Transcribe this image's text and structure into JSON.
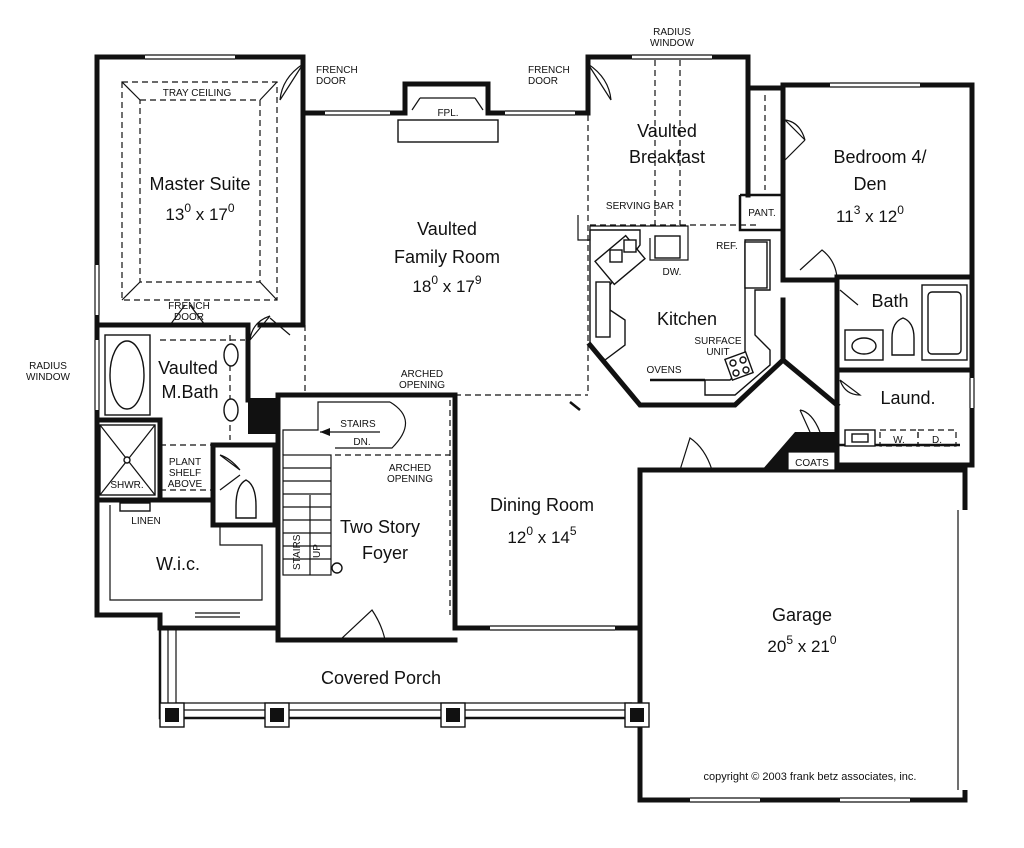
{
  "rooms": {
    "master_suite": {
      "name": "Master Suite",
      "dim_a": "13",
      "dim_a_sup": "0",
      "dim_b": "17",
      "dim_b_sup": "0"
    },
    "family_room": {
      "line1": "Vaulted",
      "line2": "Family Room",
      "dim_a": "18",
      "dim_a_sup": "0",
      "dim_b": "17",
      "dim_b_sup": "9"
    },
    "breakfast": {
      "line1": "Vaulted",
      "line2": "Breakfast"
    },
    "bedroom4": {
      "line1": "Bedroom 4/",
      "line2": "Den",
      "dim_a": "11",
      "dim_a_sup": "3",
      "dim_b": "12",
      "dim_b_sup": "0"
    },
    "kitchen": {
      "name": "Kitchen"
    },
    "bath": {
      "name": "Bath"
    },
    "laund": {
      "name": "Laund."
    },
    "mbath": {
      "line1": "Vaulted",
      "line2": "M.Bath"
    },
    "wic": {
      "name": "W.i.c."
    },
    "foyer": {
      "line1": "Two Story",
      "line2": "Foyer"
    },
    "dining": {
      "name": "Dining Room",
      "dim_a": "12",
      "dim_a_sup": "0",
      "dim_b": "14",
      "dim_b_sup": "5"
    },
    "garage": {
      "name": "Garage",
      "dim_a": "20",
      "dim_a_sup": "5",
      "dim_b": "21",
      "dim_b_sup": "0"
    },
    "porch": {
      "name": "Covered Porch"
    }
  },
  "labels": {
    "tray_ceiling": "TRAY CEILING",
    "french_door": "FRENCH",
    "door": "DOOR",
    "radius": "RADIUS",
    "window": "WINDOW",
    "fpl": "FPL.",
    "serving_bar": "SERVING BAR",
    "pant": "PANT.",
    "ref": "REF.",
    "dw": "DW.",
    "surface": "SURFACE",
    "unit": "UNIT",
    "ovens": "OVENS",
    "arched": "ARCHED",
    "opening": "OPENING",
    "stairs": "STAIRS",
    "dn": "DN.",
    "up": "UP",
    "plant": "PLANT",
    "shelf": "SHELF",
    "above": "ABOVE",
    "shwr": "SHWR.",
    "linen": "LINEN",
    "w": "W.",
    "d": "D.",
    "coats": "COATS"
  },
  "copyright": "copyright © 2003 frank betz associates, inc."
}
